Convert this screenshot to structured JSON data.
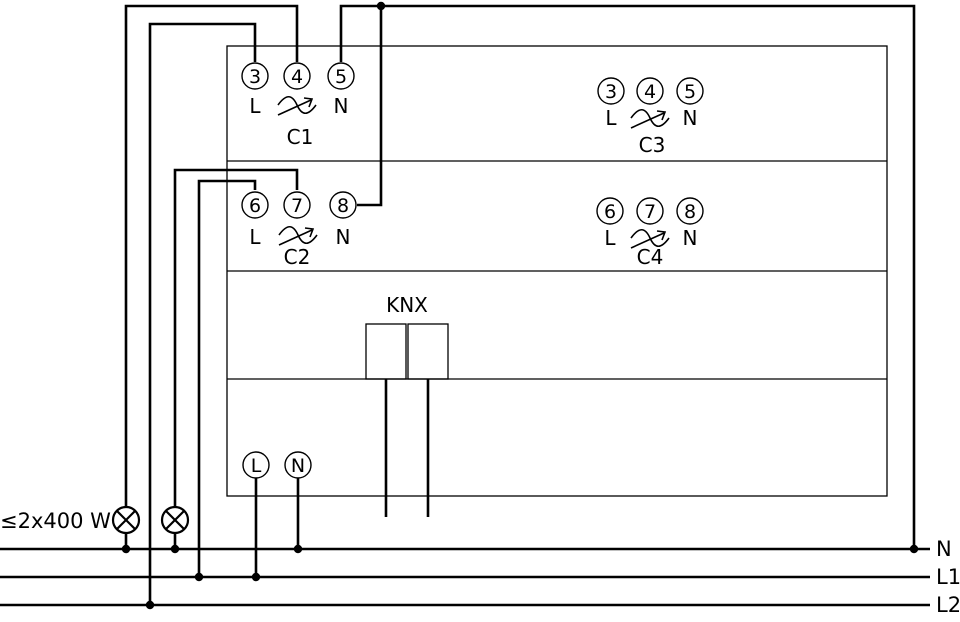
{
  "channels": {
    "c1": {
      "name": "C1",
      "terminals": [
        "3",
        "4",
        "5"
      ],
      "labels": [
        "L",
        "N"
      ]
    },
    "c2": {
      "name": "C2",
      "terminals": [
        "6",
        "7",
        "8"
      ],
      "labels": [
        "L",
        "N"
      ]
    },
    "c3": {
      "name": "C3",
      "terminals": [
        "3",
        "4",
        "5"
      ],
      "labels": [
        "L",
        "N"
      ]
    },
    "c4": {
      "name": "C4",
      "terminals": [
        "6",
        "7",
        "8"
      ],
      "labels": [
        "L",
        "N"
      ]
    }
  },
  "bus": {
    "label": "KNX"
  },
  "supply": {
    "terminals": [
      "L",
      "N"
    ]
  },
  "load": {
    "label": "≤2x400 W"
  },
  "lines": [
    "N",
    "L1",
    "L2"
  ]
}
